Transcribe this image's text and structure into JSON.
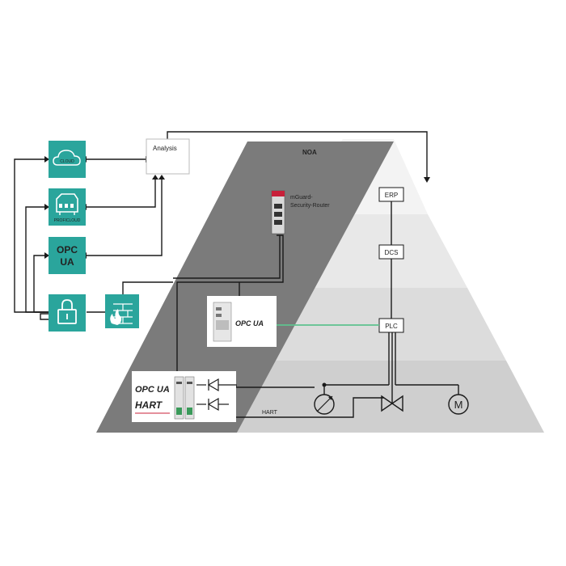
{
  "colors": {
    "teal": "#2aa59c",
    "noa_dark": "#7b7b7b",
    "noa_darker": "#6d6d6d",
    "level1": "#f3f3f3",
    "level2": "#e8e8e8",
    "level3": "#dcdcdc",
    "level4": "#cfcfcf",
    "green_link": "#5ec28e",
    "router_red": "#c8203a"
  },
  "analysis": {
    "label": "Analysis"
  },
  "noa": {
    "label": "NOA"
  },
  "icons": {
    "cloud": {
      "label": "CLOUD",
      "icon": "cloud-icon"
    },
    "proficloud": {
      "label": "PROFICLOUD",
      "icon": "proficloud-icon"
    },
    "opcua_tile": {
      "line1": "OPC",
      "line2": "UA"
    },
    "security": {
      "icon": "padlock-icon"
    },
    "firewall": {
      "icon": "firewall-icon"
    }
  },
  "router": {
    "line1": "mGuard-",
    "line2": "Security-Router"
  },
  "server": {
    "logo": "OPC UA"
  },
  "gateway": {
    "opc_logo": "OPC UA",
    "hart_logo": "HART"
  },
  "pyramid": {
    "levels": [
      {
        "label": "ERP"
      },
      {
        "label": "DCS"
      },
      {
        "label": "PLC"
      }
    ]
  },
  "field": {
    "hart_label": "HART",
    "motor_label": "M"
  }
}
